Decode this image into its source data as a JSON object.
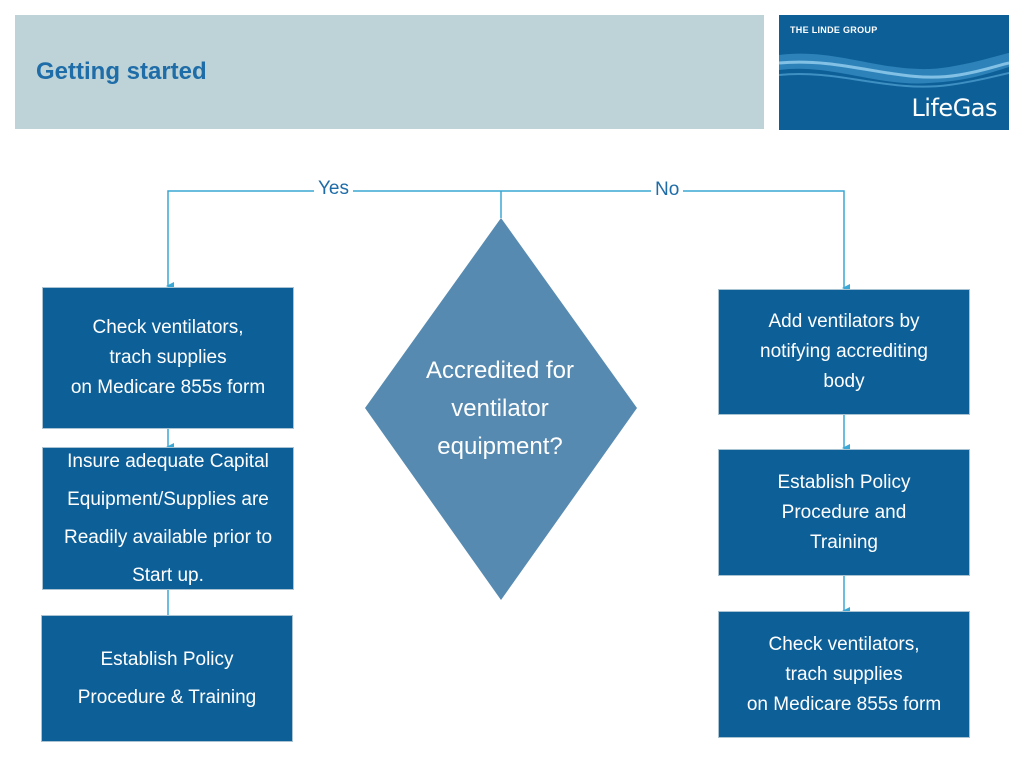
{
  "header": {
    "title": "Getting started"
  },
  "logo": {
    "group": "THE LINDE GROUP",
    "brand": "LifeGas"
  },
  "decision": {
    "text": "Accredited for\nventilator\nequipment?"
  },
  "branches": {
    "yes": "Yes",
    "no": "No"
  },
  "yes_steps": [
    {
      "text": "Check ventilators,\ntrach supplies\non Medicare 855s form"
    },
    {
      "text": "Insure adequate Capital\nEquipment/Supplies are\nReadily available prior to\nStart up."
    },
    {
      "text": "Establish Policy\nProcedure & Training"
    }
  ],
  "no_steps": [
    {
      "text": "Add ventilators by\nnotifying accrediting\nbody"
    },
    {
      "text": "Establish Policy\nProcedure and\nTraining"
    },
    {
      "text": "Check ventilators,\ntrach supplies\non Medicare 855s form"
    }
  ],
  "colors": {
    "box": "#0d5f98",
    "diamond": "#568ab0",
    "header": "#bdd3d7",
    "connector": "#3aa7d4",
    "title": "#1e6ca8"
  }
}
